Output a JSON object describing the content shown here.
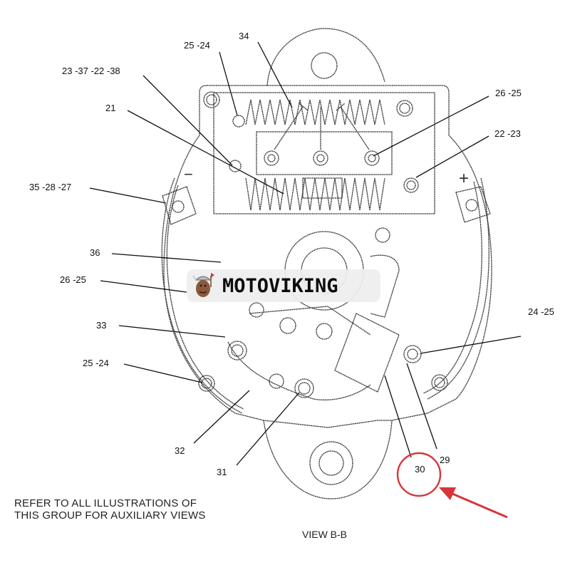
{
  "title": "VIEW B-B",
  "note": [
    "REFER TO ALL ILLUSTRATIONS OF",
    "THIS GROUP FOR AUXILIARY VIEWS"
  ],
  "watermark": {
    "text": "MOTOVIKING",
    "icon": "viking-mascot-icon"
  },
  "callouts": [
    {
      "id": "c-34",
      "text": "34"
    },
    {
      "id": "c-25-24-top",
      "text": "25 -24"
    },
    {
      "id": "c-23-37-22-38",
      "text": "23 -37 -22 -38"
    },
    {
      "id": "c-21",
      "text": "21"
    },
    {
      "id": "c-35-28-27",
      "text": "35 -28 -27"
    },
    {
      "id": "c-26-25-right",
      "text": "26 -25"
    },
    {
      "id": "c-22-23",
      "text": "22 -23"
    },
    {
      "id": "c-36",
      "text": "36"
    },
    {
      "id": "c-26-25-left",
      "text": "26 -25"
    },
    {
      "id": "c-33",
      "text": "33"
    },
    {
      "id": "c-25-24-left",
      "text": "25 -24"
    },
    {
      "id": "c-24-25",
      "text": "24 -25"
    },
    {
      "id": "c-32",
      "text": "32"
    },
    {
      "id": "c-31",
      "text": "31"
    },
    {
      "id": "c-30",
      "text": "30"
    },
    {
      "id": "c-29",
      "text": "29"
    }
  ],
  "highlight": {
    "target": "30",
    "color": "#d9343a"
  },
  "symbols": {
    "minus": "−",
    "plus": "+"
  }
}
